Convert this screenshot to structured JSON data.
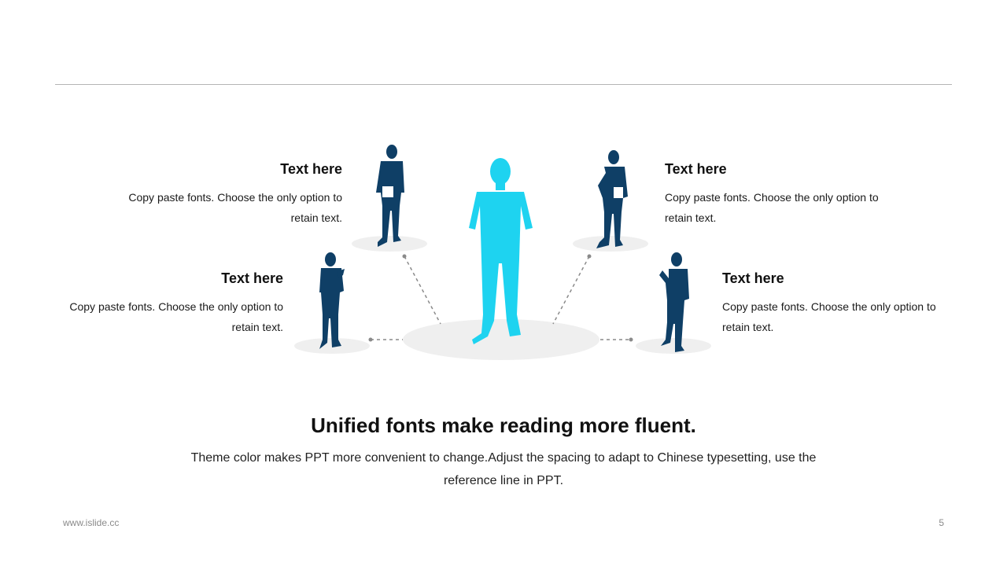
{
  "colors": {
    "accent": "#1ed3f0",
    "figure_dark": "#0f3f66",
    "platform": "#efefef",
    "rule": "#b5b5b5",
    "connector": "#8a8a8a"
  },
  "callouts": [
    {
      "title": "Text here",
      "body": "Copy paste fonts. Choose the only option to retain text."
    },
    {
      "title": "Text here",
      "body": "Copy paste fonts. Choose the only option to retain text."
    },
    {
      "title": "Text here",
      "body": "Copy paste fonts. Choose the only option to retain text."
    },
    {
      "title": "Text here",
      "body": "Copy paste fonts. Choose the only option to retain text."
    }
  ],
  "headline": "Unified fonts make reading more fluent.",
  "subtext": "Theme color makes PPT more convenient to change.Adjust the spacing to adapt to Chinese typesetting, use the reference line in PPT.",
  "footer": {
    "website": "www.islide.cc",
    "page_number": "5"
  },
  "icons": {
    "center": "leader-silhouette-icon",
    "people": "business-person-silhouette-icon"
  }
}
